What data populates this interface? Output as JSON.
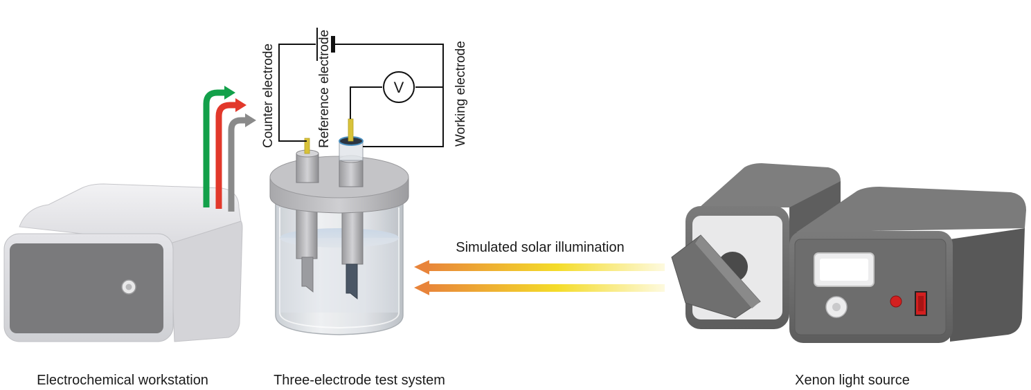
{
  "labels": {
    "counter_electrode": "Counter electrode",
    "reference_electrode": "Reference electrode",
    "working_electrode": "Working electrode",
    "voltmeter_symbol": "V",
    "illumination": "Simulated solar illumination",
    "workstation": "Electrochemical workstation",
    "test_system": "Three-electrode test system",
    "light_source": "Xenon light source"
  },
  "colors": {
    "arrow_green": "#13a04a",
    "arrow_red": "#e2382b",
    "arrow_gray": "#8a8a8a",
    "beam_start": "#e8843a",
    "beam_mid": "#f4dc2a",
    "device_gray": "#6f6f6f",
    "workstation_body": "#e9e9ec",
    "electrode_tip": "#d8c23a",
    "indicator_red": "#d32020"
  }
}
